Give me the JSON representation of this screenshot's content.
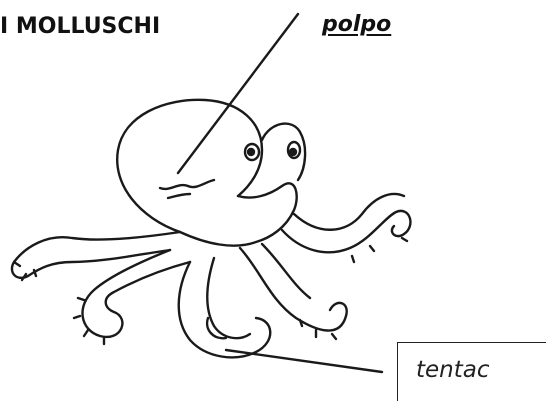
{
  "worksheet": {
    "title": "I MOLLUSCHI",
    "labels": {
      "name": "polpo",
      "part": "tentac"
    }
  }
}
